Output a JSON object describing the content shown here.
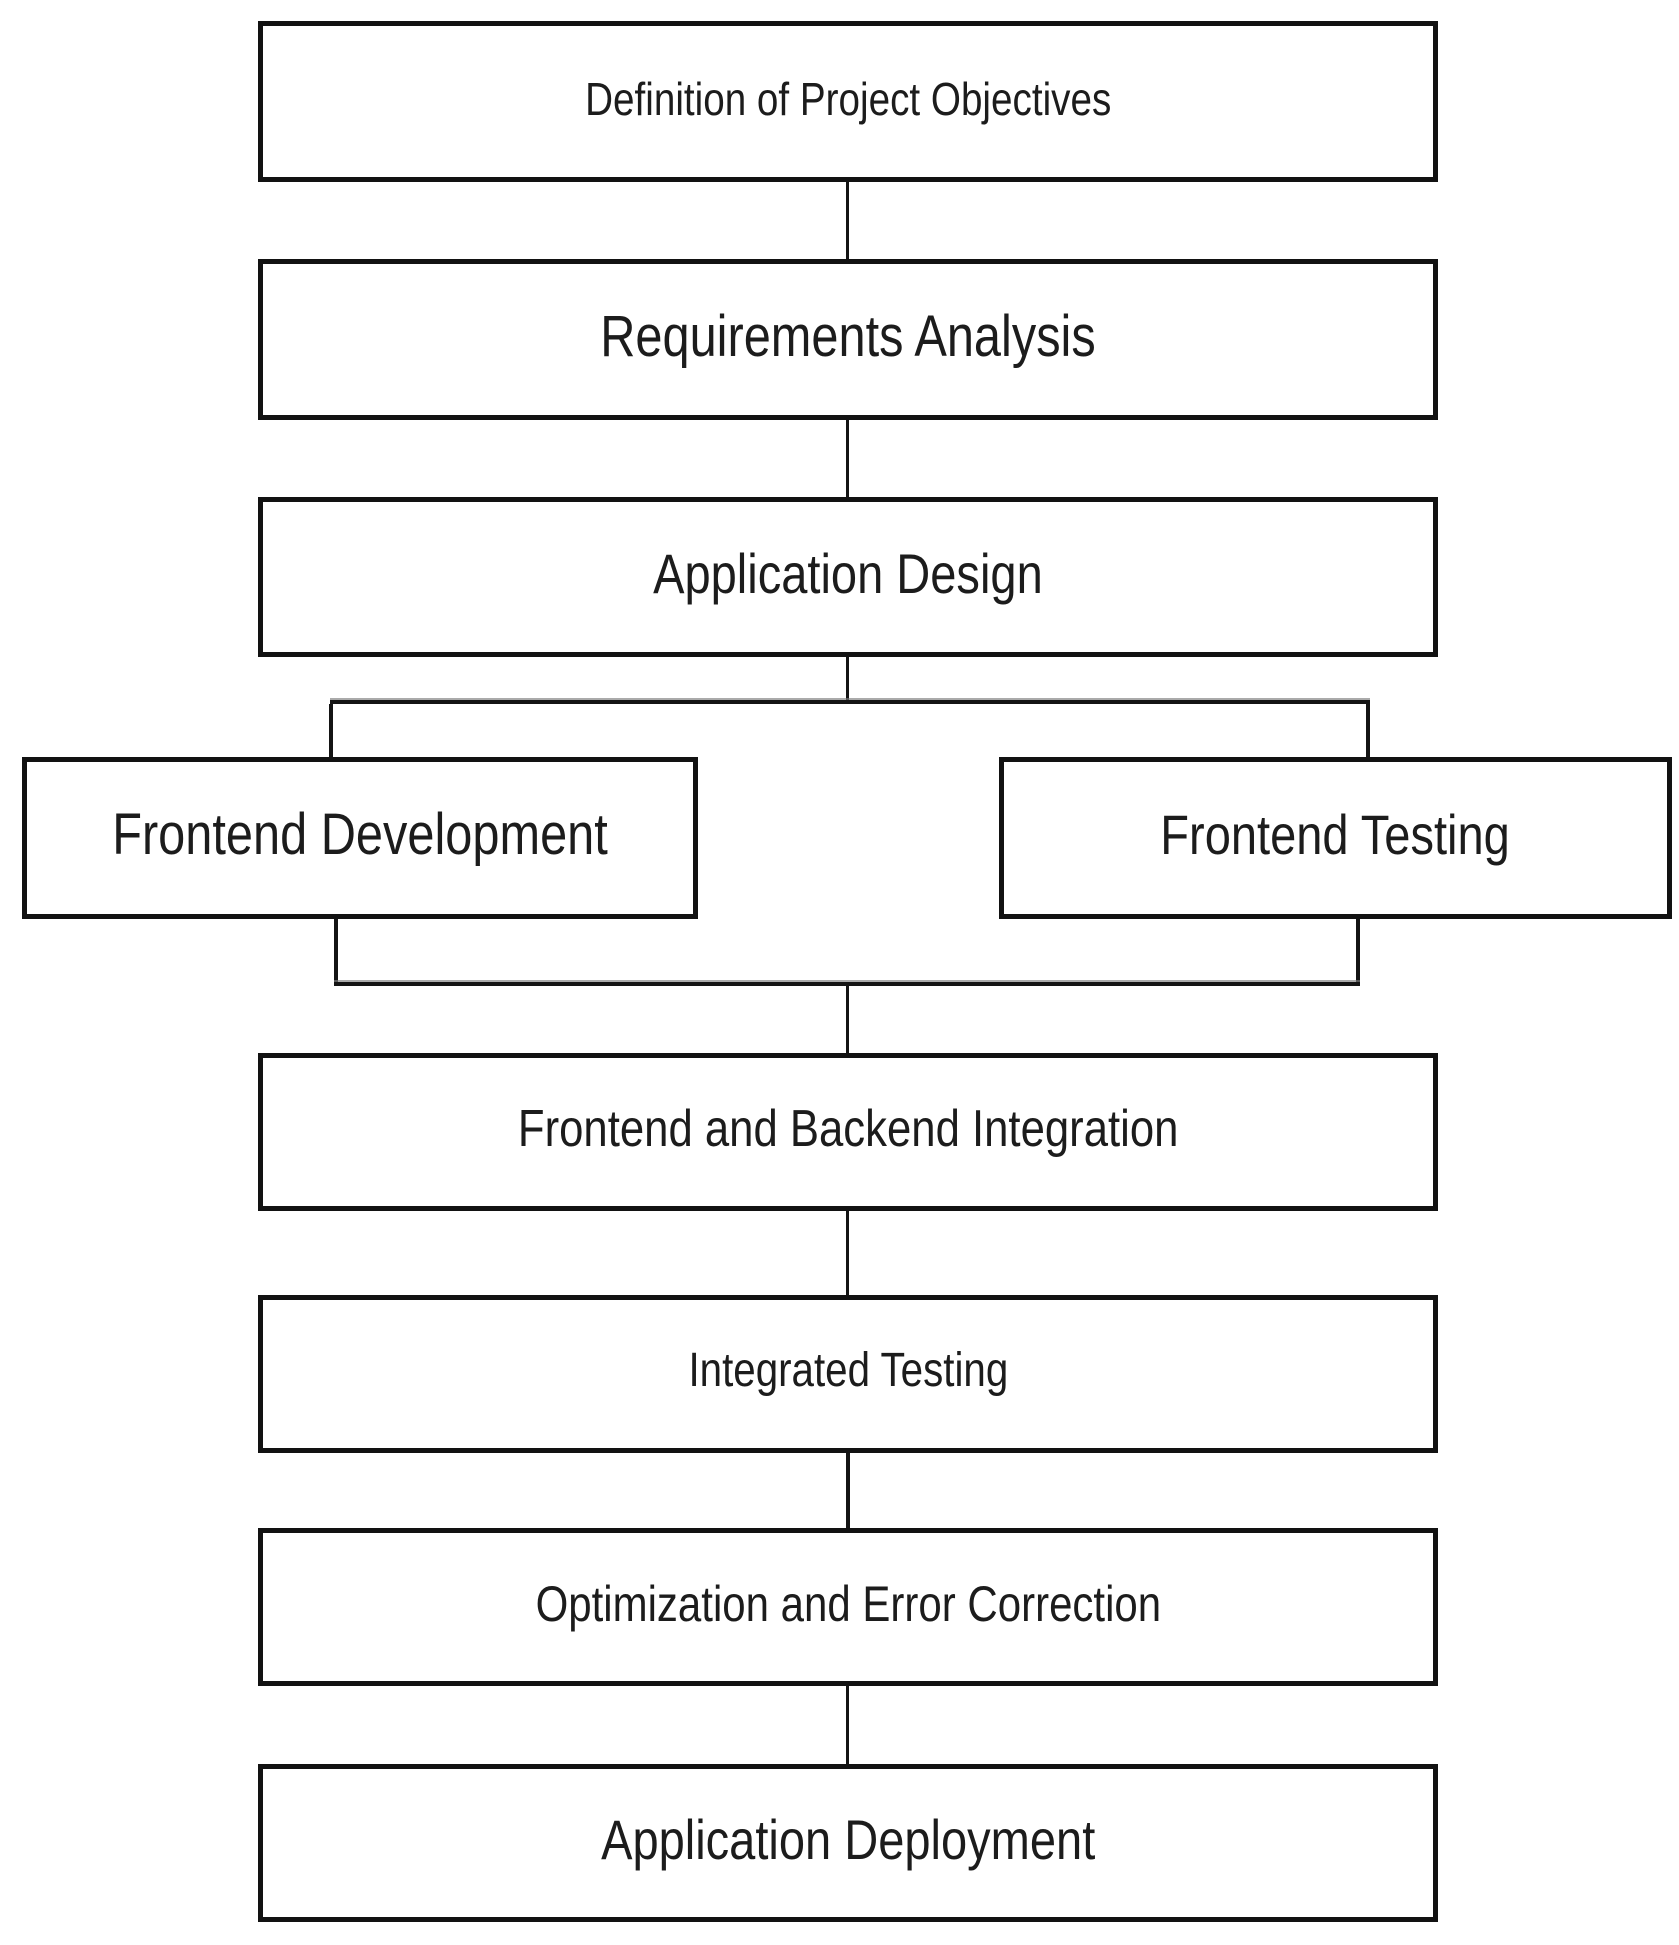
{
  "diagram_type": "flowchart",
  "nodes": [
    {
      "id": "definition-of-project-objectives",
      "label": "Definition of Project Objectives"
    },
    {
      "id": "requirements-analysis",
      "label": "Requirements Analysis"
    },
    {
      "id": "application-design",
      "label": "Application Design"
    },
    {
      "id": "frontend-development",
      "label": "Frontend Development"
    },
    {
      "id": "frontend-testing",
      "label": "Frontend Testing"
    },
    {
      "id": "frontend-and-backend-integration",
      "label": "Frontend and Backend Integration"
    },
    {
      "id": "integrated-testing",
      "label": "Integrated Testing"
    },
    {
      "id": "optimization-and-error-correction",
      "label": "Optimization and Error Correction"
    },
    {
      "id": "application-deployment",
      "label": "Application Deployment"
    }
  ],
  "edges": [
    {
      "from": "definition-of-project-objectives",
      "to": "requirements-analysis"
    },
    {
      "from": "requirements-analysis",
      "to": "application-design"
    },
    {
      "from": "application-design",
      "to": "frontend-development"
    },
    {
      "from": "application-design",
      "to": "frontend-testing"
    },
    {
      "from": "frontend-development",
      "to": "frontend-and-backend-integration"
    },
    {
      "from": "frontend-testing",
      "to": "frontend-and-backend-integration"
    },
    {
      "from": "frontend-and-backend-integration",
      "to": "integrated-testing"
    },
    {
      "from": "integrated-testing",
      "to": "optimization-and-error-correction"
    },
    {
      "from": "optimization-and-error-correction",
      "to": "application-deployment"
    }
  ],
  "colors": {
    "background": "#ffffff",
    "box_fill": "#ffffff",
    "box_border": "#121212",
    "line": "#141414",
    "text": "#1c1c1c"
  }
}
